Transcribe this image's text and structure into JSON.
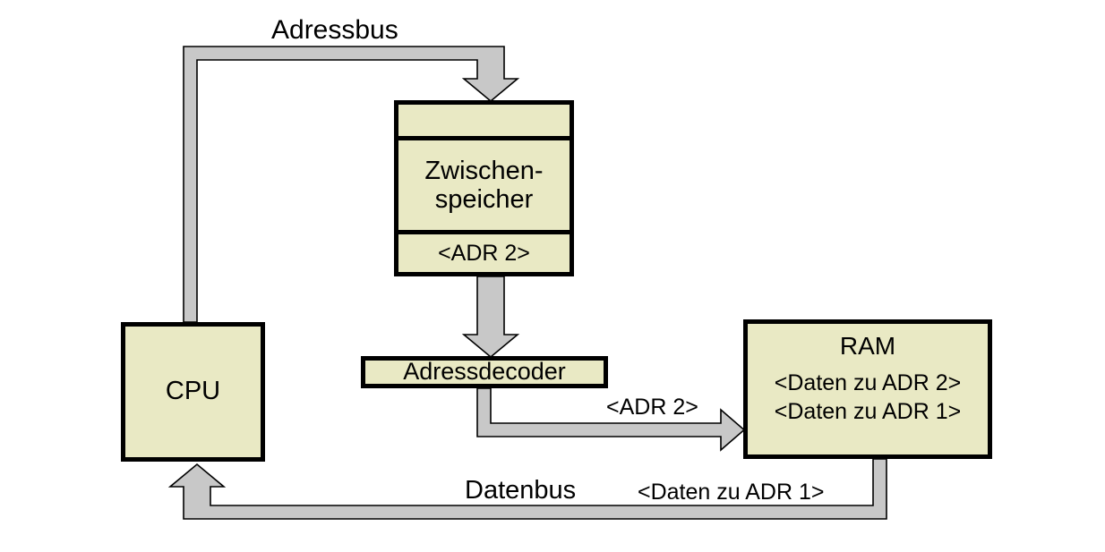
{
  "diagram": {
    "title": "CPU RAM Adressbus Datenbus Schema",
    "colors": {
      "box_fill": "#e9e9c4",
      "box_stroke": "#000000",
      "bus_fill": "#c8c8c8",
      "bus_stroke": "#000000",
      "background": "#ffffff"
    }
  },
  "nodes": {
    "cpu": {
      "label": "CPU"
    },
    "buffer": {
      "top_cell": "",
      "name": "Zwischen-\nspeicher",
      "value": "<ADR 2>"
    },
    "decoder": {
      "label": "Adressdecoder"
    },
    "ram": {
      "title": "RAM",
      "rows": [
        "<Daten zu ADR 2>",
        "<Daten zu ADR 1>"
      ]
    }
  },
  "buses": {
    "address_bus": {
      "label": "Adressbus",
      "from": "cpu",
      "to": "buffer",
      "direction": "cpu-to-buffer"
    },
    "buffer_to_decoder": {
      "label": "",
      "from": "buffer",
      "to": "decoder",
      "direction": "down"
    },
    "decoder_to_ram": {
      "label": "<ADR 2>",
      "from": "decoder",
      "to": "ram",
      "direction": "right"
    },
    "data_bus": {
      "label": "Datenbus",
      "payload": "<Daten zu ADR 1>",
      "from": "ram",
      "to": "cpu",
      "direction": "ram-to-cpu"
    }
  }
}
